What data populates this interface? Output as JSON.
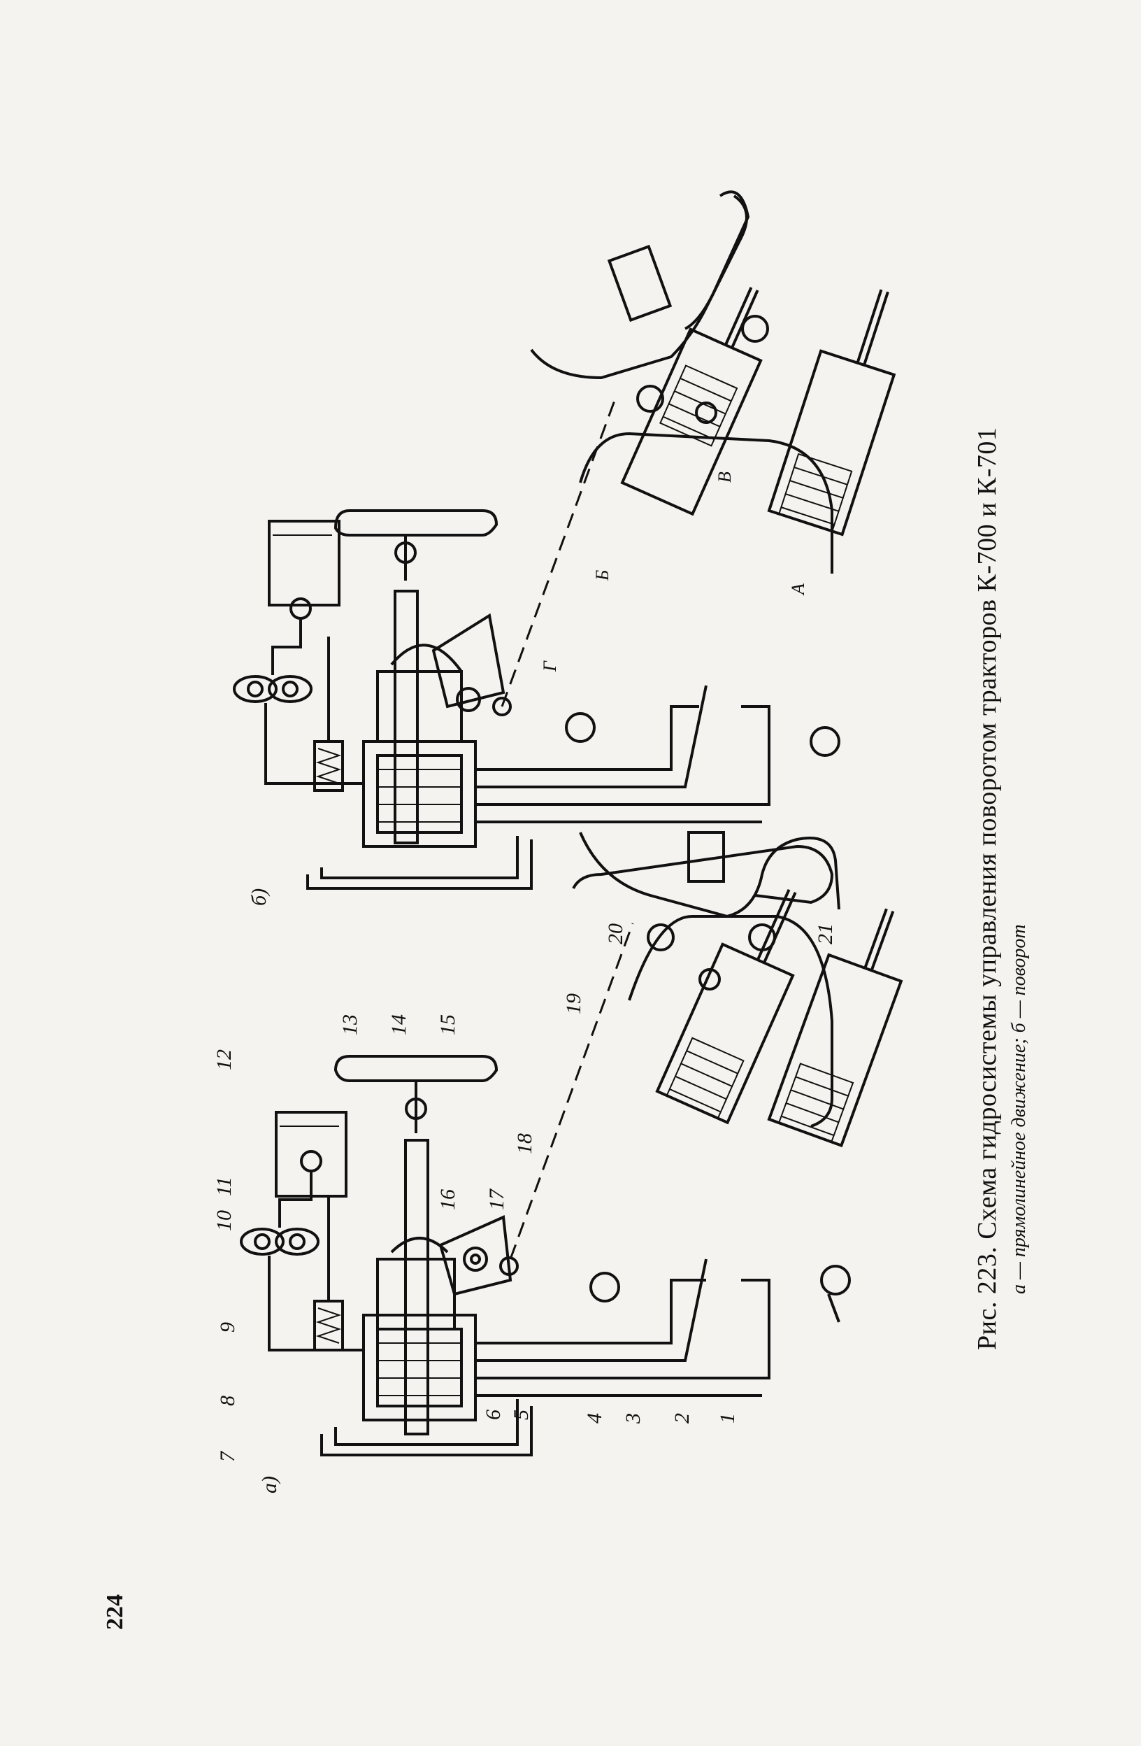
{
  "page_number": "224",
  "caption": {
    "main": "Рис. 223. Схема гидросистемы управления поворотом тракторов К-700 и К-701",
    "sub": "а — прямолинейное движение; б — поворот"
  },
  "panels": {
    "a": "а)",
    "b": "б)"
  },
  "callouts": [
    "1",
    "2",
    "3",
    "4",
    "5",
    "6",
    "7",
    "8",
    "9",
    "10",
    "11",
    "12",
    "13",
    "14",
    "15",
    "16",
    "17",
    "18",
    "19",
    "20",
    "21"
  ],
  "cylinder_letters": {
    "A": "А",
    "B": "Б",
    "V": "В",
    "G": "Г"
  }
}
